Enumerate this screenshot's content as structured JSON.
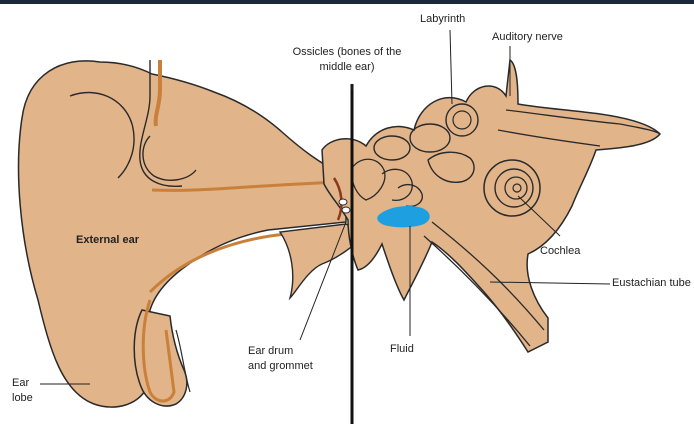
{
  "colors": {
    "tissue": "#e2b48a",
    "outline": "#2a2a2a",
    "canal": "#c9803a",
    "fluid": "#1e9fe0",
    "tube": "#111111",
    "header_bar": "#1a2a3a"
  },
  "labels": {
    "ossicles_line1": "Ossicles (bones of the",
    "ossicles_line2": "middle ear)",
    "labyrinth": "Labyrinth",
    "auditory_nerve": "Auditory nerve",
    "external_ear": "External ear",
    "cochlea": "Cochlea",
    "eustachian_tube": "Eustachian tube",
    "fluid": "Fluid",
    "ear_drum_line1": "Ear drum",
    "ear_drum_line2": "and grommet",
    "ear_lobe_line1": "Ear",
    "ear_lobe_line2": "lobe"
  }
}
